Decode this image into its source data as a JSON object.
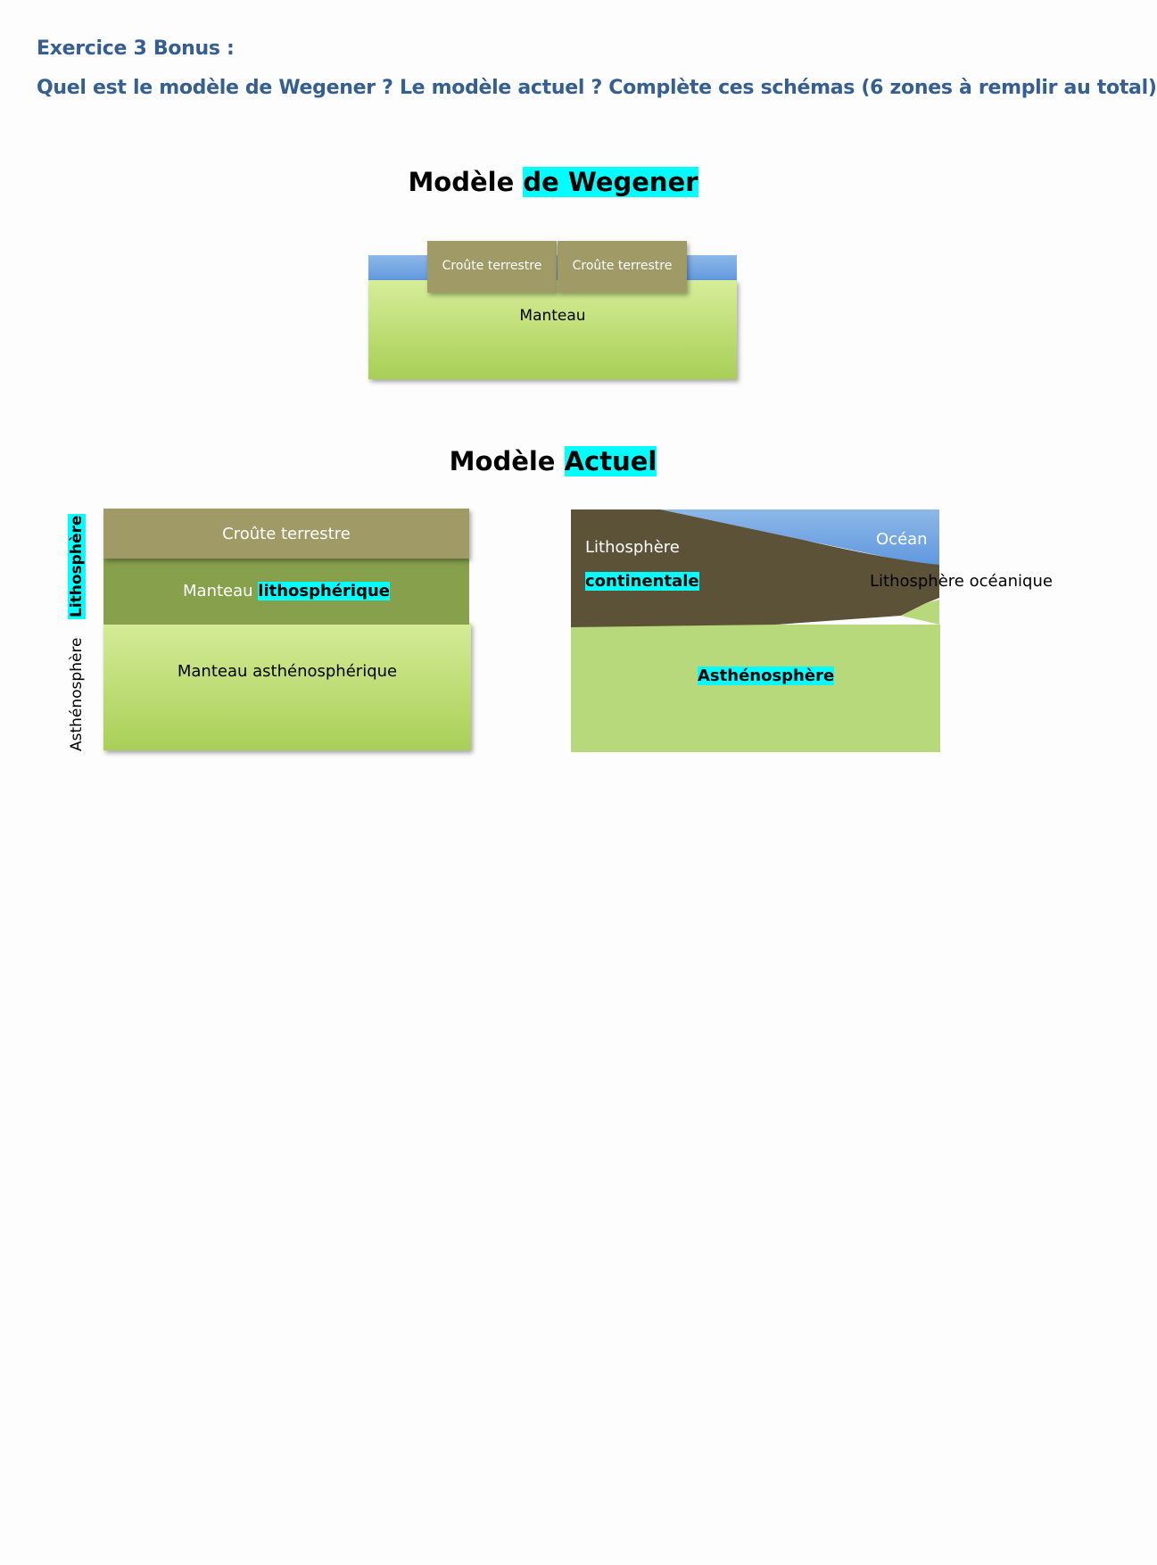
{
  "exercise": {
    "title": "Exercice 3 Bonus :",
    "question": "Quel est le modèle de Wegener ? Le modèle actuel ? Complète ces schémas (6 zones à remplir au total)"
  },
  "wegener": {
    "title_plain": "Modèle ",
    "title_highlight": "de Wegener",
    "crust_left": "Croûte terrestre",
    "crust_right": "Croûte terrestre",
    "mantle": "Manteau"
  },
  "actuel": {
    "title_plain": "Modèle ",
    "title_highlight": "Actuel",
    "left": {
      "side_lithosphere": "Lithosphère",
      "side_asthenosphere": "Asthénosphère",
      "crust": "Croûte terrestre",
      "lith_mantle_plain": "Manteau ",
      "lith_mantle_highlight": "lithosphérique",
      "asth_mantle": "Manteau asthénosphérique"
    },
    "right": {
      "continental_line1": "Lithosphère",
      "continental_line2": "continentale",
      "ocean": "Océan",
      "oceanic_lithosphere": "Lithosphère océanique",
      "asthenosphere": "Asthénosphère"
    }
  },
  "colors": {
    "heading": "#365f91",
    "highlight": "#00ffff",
    "crust": "#a09a66",
    "lithospheric_mantle": "#87a04c",
    "mantle_light": "#d4ec96",
    "mantle_dark": "#a9cf58",
    "ocean_light": "#8cb8e8",
    "ocean_dark": "#5f97de",
    "continental_lithosphere": "#5b5238",
    "asthenosphere": "#b8d87c"
  }
}
